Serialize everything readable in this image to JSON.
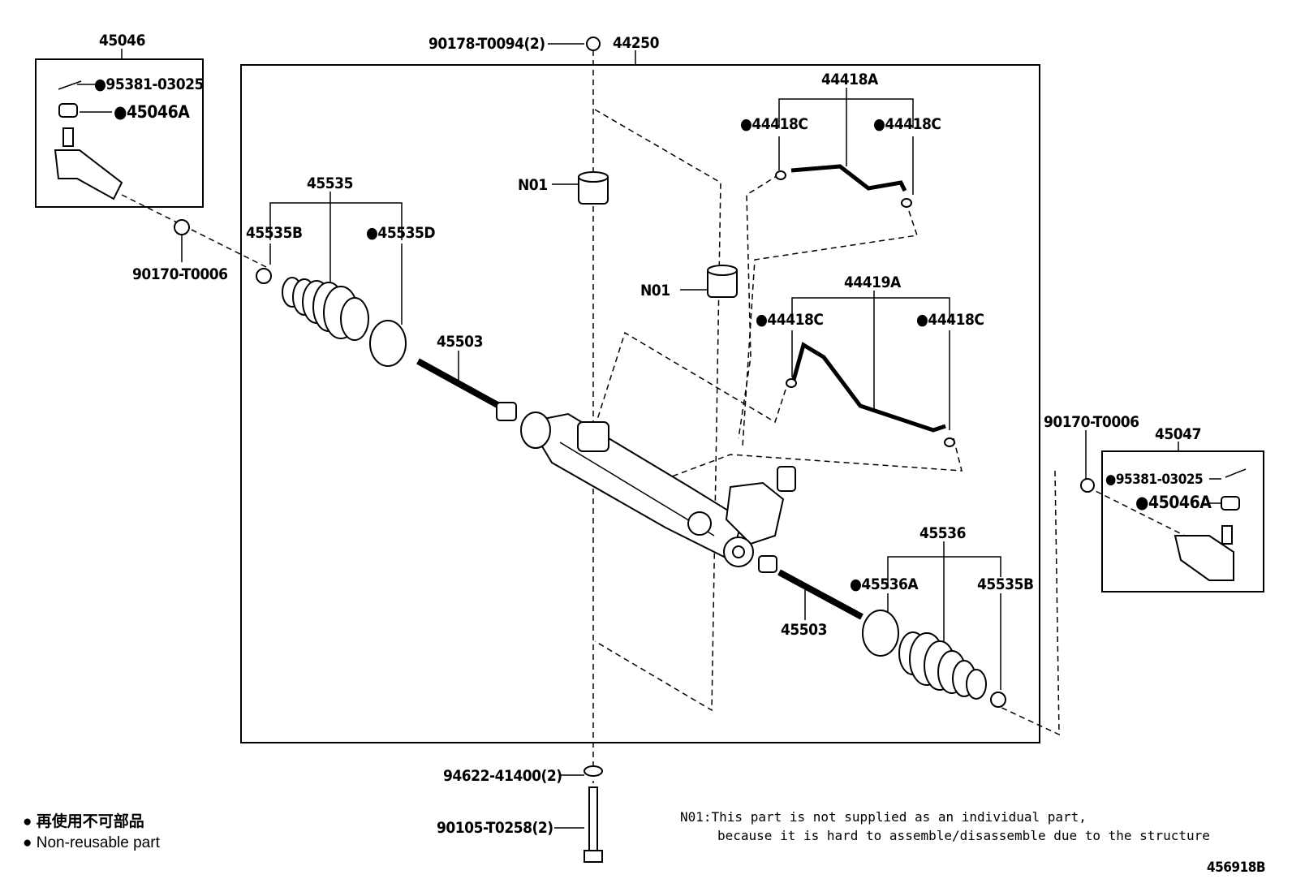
{
  "diagram_id": "456918B",
  "labels": {
    "tie_rod_end_lh": "45046",
    "cotter_pin_lh": "95381-03025",
    "nut_lh": "45046A",
    "nut_90170_lh": "90170-T0006",
    "bolt_top": "90178-T0094(2)",
    "gear_assy": "44250",
    "tube_a": "44418A",
    "oring_a1": "44418C",
    "oring_a2": "44418C",
    "boot_lh": "45535",
    "clamp_lh": "45535B",
    "band_lh": "45535D",
    "n01_top": "N01",
    "n01_mid": "N01",
    "tube_b": "44419A",
    "oring_b1": "44418C",
    "oring_b2": "44418C",
    "rack_end_lh": "45503",
    "nut_90170_rh": "90170-T0006",
    "tie_rod_end_rh": "45047",
    "cotter_pin_rh": "95381-03025",
    "nut_rh": "45046A",
    "boot_rh": "45536",
    "band_rh": "45536A",
    "clamp_rh": "45535B",
    "rack_end_rh": "45503",
    "washer_bottom": "94622-41400(2)",
    "bolt_bottom": "90105-T0258(2)"
  },
  "legend": {
    "symbol": "●",
    "ja": "再使用不可部品",
    "en": "Non-reusable part"
  },
  "note": {
    "line1": "N01:This part is not supplied as an individual part,",
    "line2": "because it is hard to assemble/disassemble due to the structure"
  }
}
